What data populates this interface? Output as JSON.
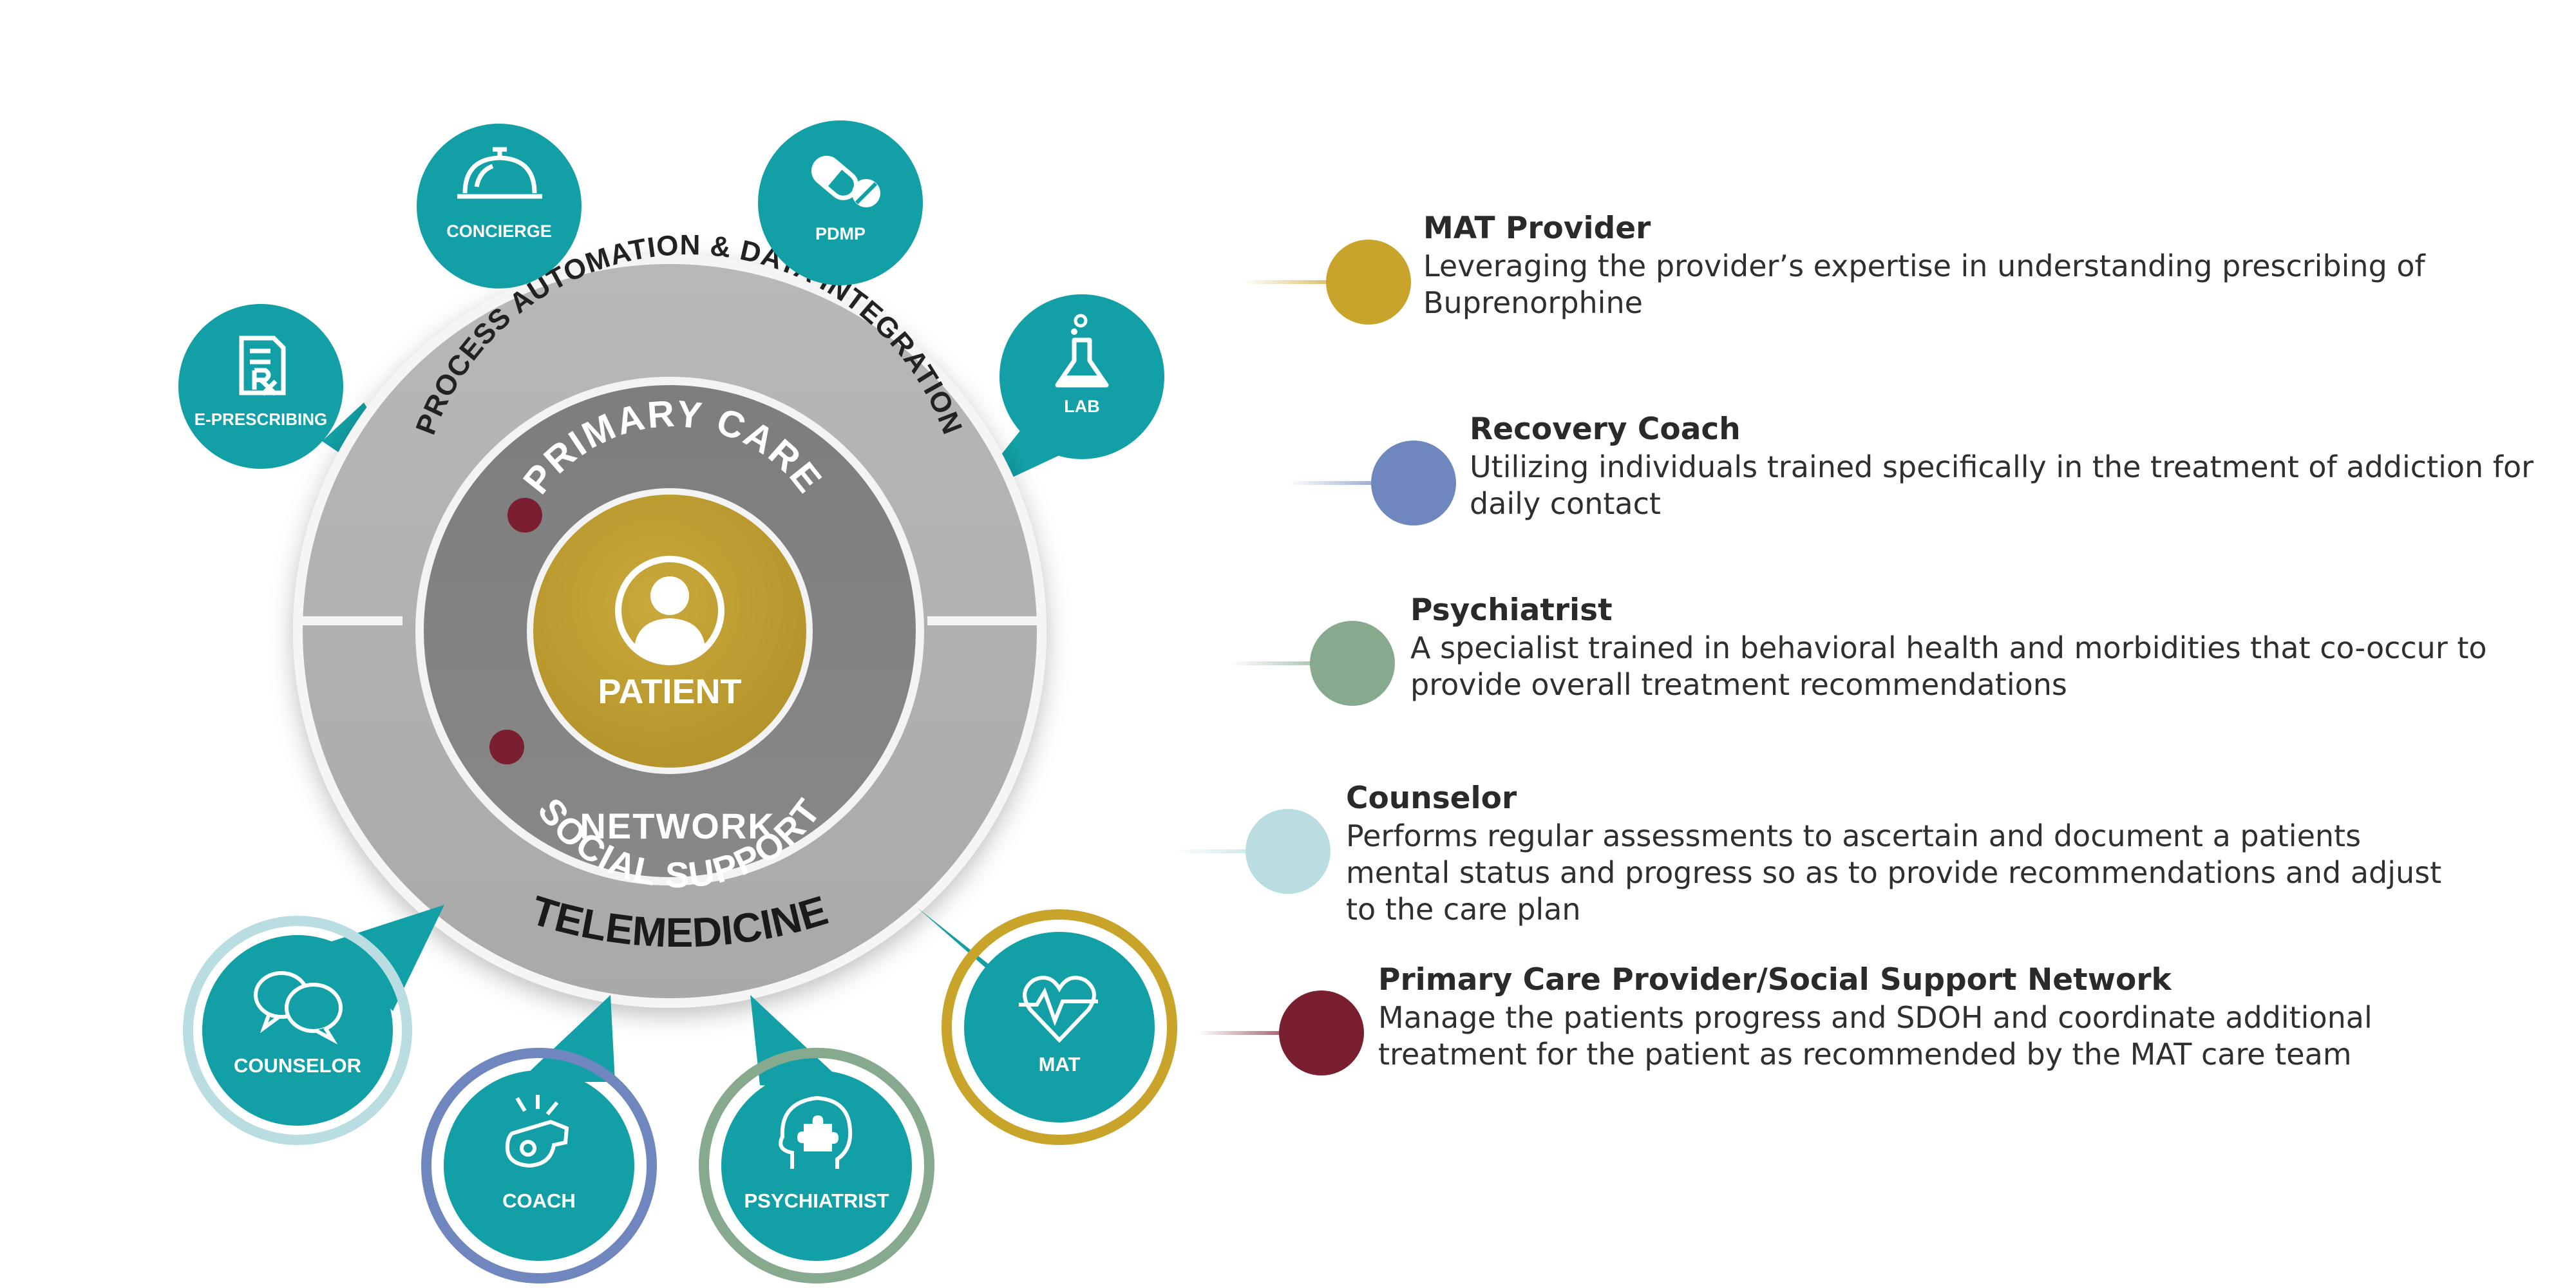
{
  "diagram": {
    "center": {
      "label": "PATIENT"
    },
    "inner_ring": {
      "top_label": "PRIMARY CARE",
      "bottom_label_line1": "SOCIAL SUPPORT",
      "bottom_label_line2": "NETWORK"
    },
    "outer_ring": {
      "top_label": "PROCESS AUTOMATION & DATA INTEGRATION",
      "bottom_label": "TELEMEDICINE"
    },
    "services": [
      {
        "label": "E-PRESCRIBING",
        "icon": "rx-document-icon"
      },
      {
        "label": "CONCIERGE",
        "icon": "concierge-bell-icon"
      },
      {
        "label": "PDMP",
        "icon": "pill-capsule-icon"
      },
      {
        "label": "LAB",
        "icon": "flask-icon"
      }
    ],
    "team": [
      {
        "label": "COUNSELOR",
        "icon": "chat-bubbles-icon",
        "ring_color": "#b9dde1"
      },
      {
        "label": "COACH",
        "icon": "whistle-icon",
        "ring_color": "#7086bf"
      },
      {
        "label": "PSYCHIATRIST",
        "icon": "head-puzzle-icon",
        "ring_color": "#87a98e"
      },
      {
        "label": "MAT",
        "icon": "heart-pulse-icon",
        "ring_color": "#c9a42a"
      }
    ]
  },
  "legend": [
    {
      "title": "MAT Provider",
      "description": "Leveraging the provider’s expertise in understanding prescribing of Buprenorphine",
      "color": "#c9a42a"
    },
    {
      "title": "Recovery Coach",
      "description": "Utilizing individuals trained specifically in the treatment of addiction for daily contact",
      "color": "#7086bf"
    },
    {
      "title": "Psychiatrist",
      "description": "A specialist trained in behavioral health and morbidities that co-occur to provide overall treatment recommendations",
      "color": "#87a98e"
    },
    {
      "title": "Counselor",
      "description": "Performs regular assessments to ascertain and document a patients mental status and progress so as to provide recommendations and adjust to the care plan",
      "color": "#b9dde1"
    },
    {
      "title": "Primary Care Provider/Social Support Network",
      "description": "Manage the patients progress and SDOH and coordinate additional treatment for the patient as recommended by the MAT care team",
      "color": "#7a1f30"
    }
  ]
}
